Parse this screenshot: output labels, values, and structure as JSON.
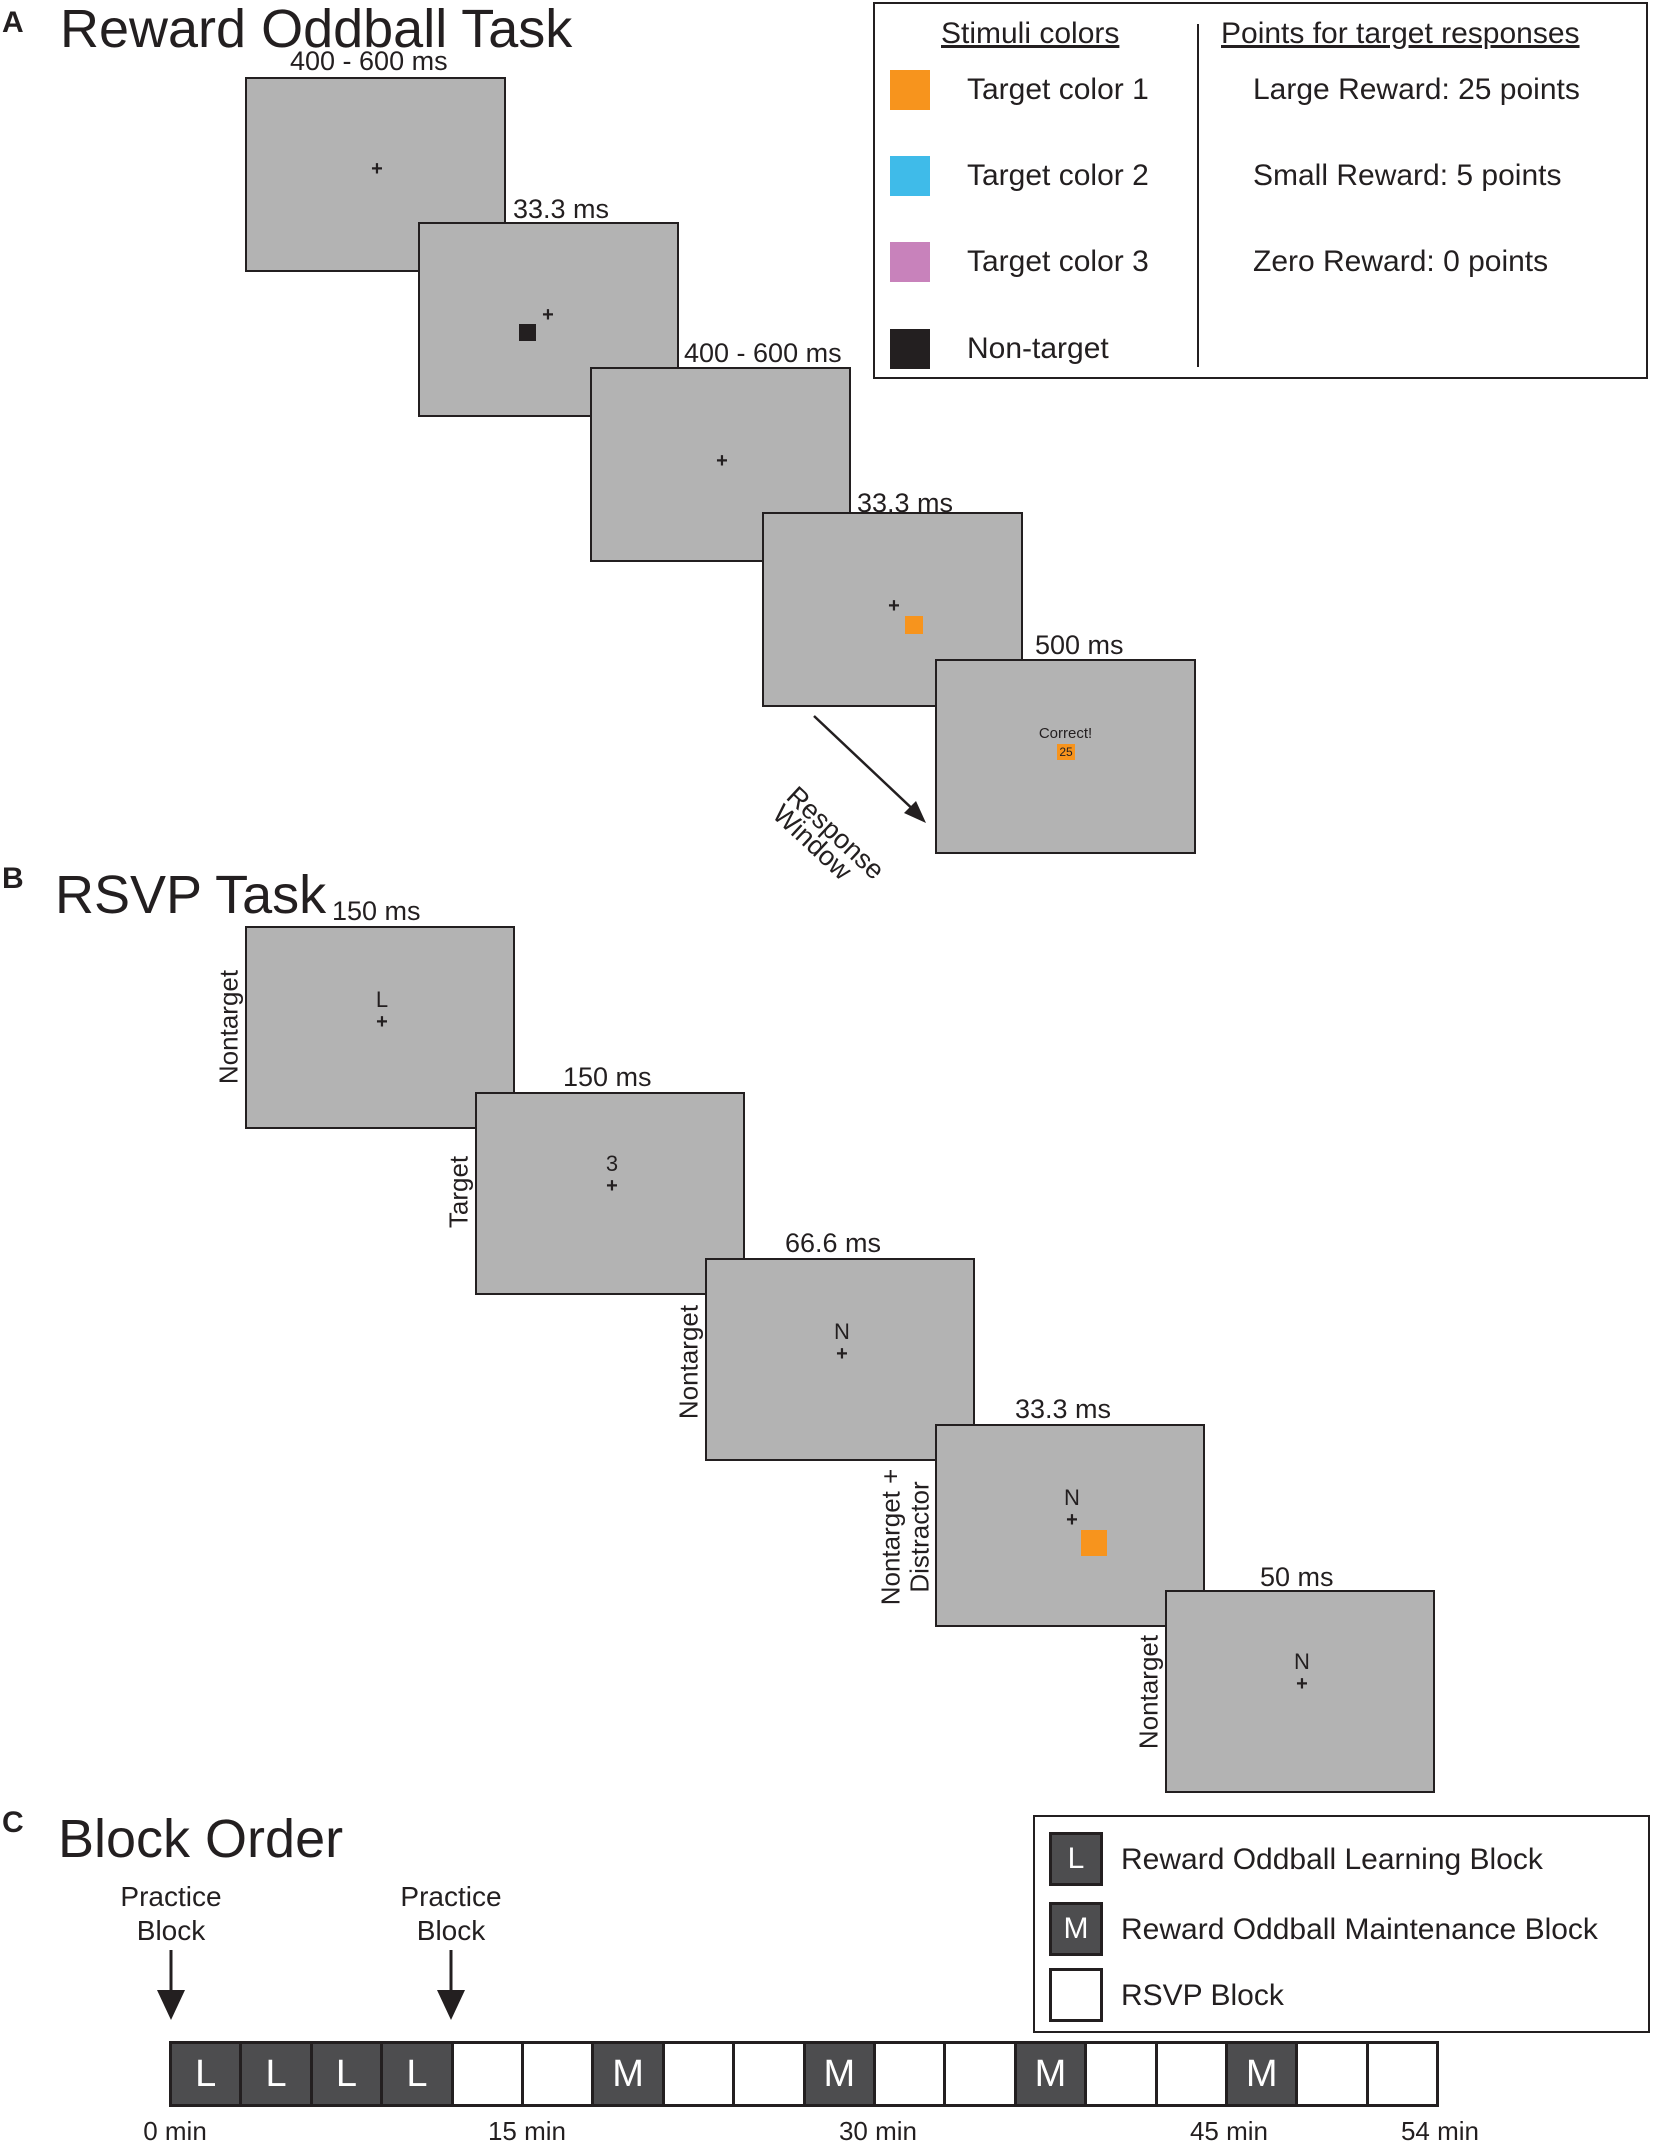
{
  "panel_a": {
    "letter": "A",
    "title": "Reward Oddball Task",
    "durations": [
      "400 - 600 ms",
      "33.3 ms",
      "400 - 600 ms",
      "33.3 ms",
      "500 ms"
    ],
    "feedback_text": "Correct!",
    "feedback_points": "25",
    "response_window_line1": "Response",
    "response_window_line2": "Window",
    "legend": {
      "colors_heading": "Stimuli colors",
      "points_heading": "Points for target responses",
      "colors": [
        {
          "label": "Target color 1",
          "color": "#f7941d"
        },
        {
          "label": "Target color 2",
          "color": "#3fbbe9"
        },
        {
          "label": "Target color 3",
          "color": "#c882bb"
        },
        {
          "label": "Non-target",
          "color": "#231f20"
        }
      ],
      "points": [
        "Large Reward: 25 points",
        "Small Reward: 5 points",
        "Zero Reward: 0 points"
      ]
    }
  },
  "panel_b": {
    "letter": "B",
    "title": "RSVP Task",
    "frames": [
      {
        "duration": "150 ms",
        "stimulus": "L",
        "side_label": "Nontarget"
      },
      {
        "duration": "150 ms",
        "stimulus": "3",
        "side_label": "Target"
      },
      {
        "duration": "66.6 ms",
        "stimulus": "N",
        "side_label": "Nontarget"
      },
      {
        "duration": "33.3 ms",
        "stimulus": "N",
        "side_label_line1": "Nontarget +",
        "side_label_line2": "Distractor"
      },
      {
        "duration": "50 ms",
        "stimulus": "N",
        "side_label": "Nontarget"
      }
    ],
    "distractor_color": "#f7941d"
  },
  "panel_c": {
    "letter": "C",
    "title": "Block Order",
    "practice_label_line1": "Practice",
    "practice_label_line2": "Block",
    "legend": [
      {
        "symbol": "L",
        "label": "Reward Oddball Learning Block"
      },
      {
        "symbol": "M",
        "label": "Reward Oddball Maintenance Block"
      },
      {
        "symbol": "",
        "label": "RSVP Block"
      }
    ],
    "blocks": [
      "L",
      "L",
      "L",
      "L",
      "",
      "",
      "M",
      "",
      "",
      "M",
      "",
      "",
      "M",
      "",
      "",
      "M",
      "",
      ""
    ],
    "ticks": [
      "0 min",
      "15 min",
      "30 min",
      "45 min",
      "54 min"
    ],
    "block_fill": "#4d4d4f"
  }
}
